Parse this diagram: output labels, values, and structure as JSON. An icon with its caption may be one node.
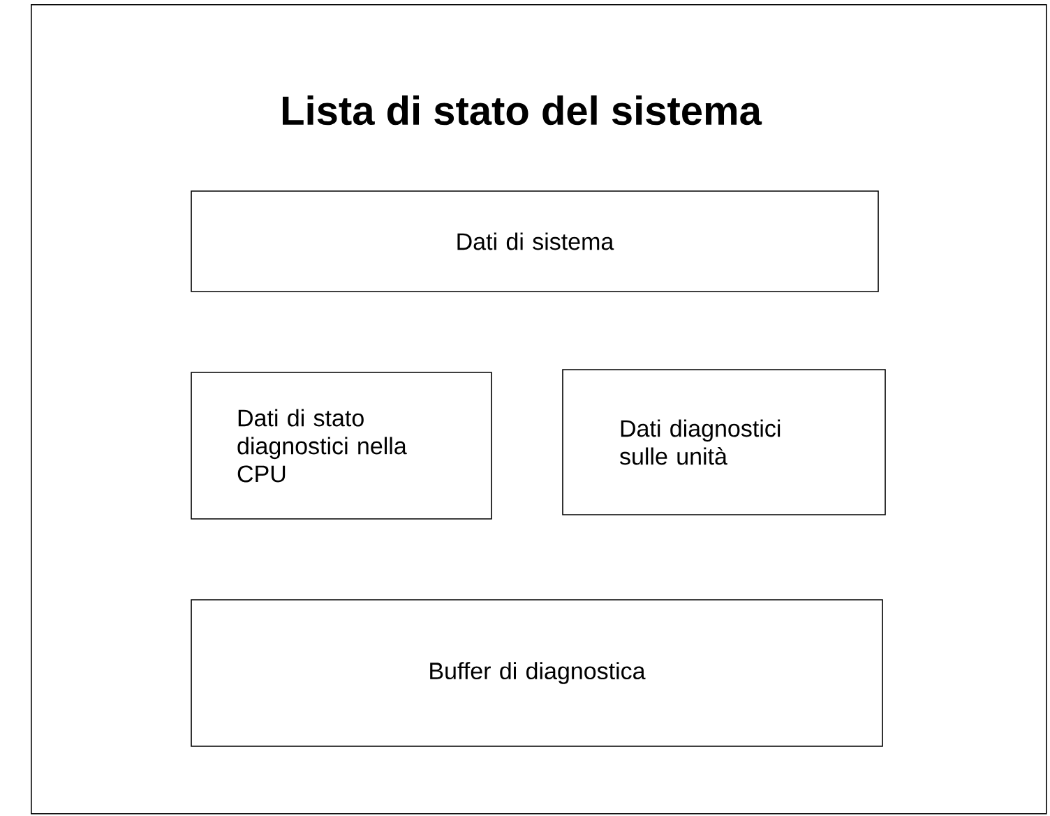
{
  "diagram": {
    "nodes": [
      {
        "text": [
          "Lista di stato del sistema"
        ]
      },
      {
        "text": [
          "Dati di sistema"
        ],
        "in": 0
      },
      {
        "text": [
          "Dati di stato diagnostici nella CPU"
        ],
        "in": 0
      },
      {
        "text": [
          "Dati diagnostici sulle unità"
        ],
        "in": 0
      },
      {
        "text": [
          "Buffer di diagnostica"
        ],
        "in": 0
      }
    ]
  }
}
